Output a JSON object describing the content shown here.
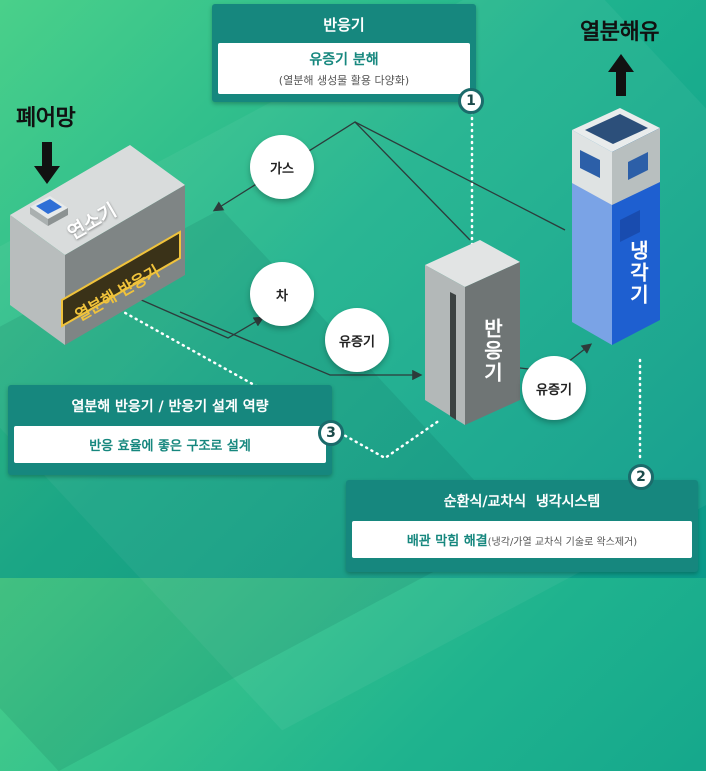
{
  "labels": {
    "waste_net": "폐어망",
    "pyrolysis_oil": "열분해유"
  },
  "reactor_card": {
    "title": "반응기",
    "body_main": "유증기 분해",
    "body_sub": "(열분해 생성물 활용 다양화)",
    "badge": "1"
  },
  "design_card": {
    "title": "열분해 반응기 / 반응기 설계 역량",
    "body": "반응 효율에 좋은 구조로 설계",
    "badge": "3"
  },
  "cooling_card": {
    "title": "순환식/교차식  냉각시스템",
    "body_main": "배관 막힘 해결",
    "body_sub": "(냉각/가열 교차식 기술로 왁스제거)",
    "badge": "2"
  },
  "bubbles": {
    "gas": "가스",
    "char": "차",
    "vapor1": "유증기",
    "vapor2": "유증기"
  },
  "equipment": {
    "combustor": "연소기",
    "pyrolysis_reactor": "열분해 반응기",
    "reactor": "반응기",
    "cooler": "냉각기"
  },
  "colors": {
    "card_teal": "#16877e",
    "accent_gold": "#f0c33c",
    "cooler_blue": "#1e5fd0"
  }
}
